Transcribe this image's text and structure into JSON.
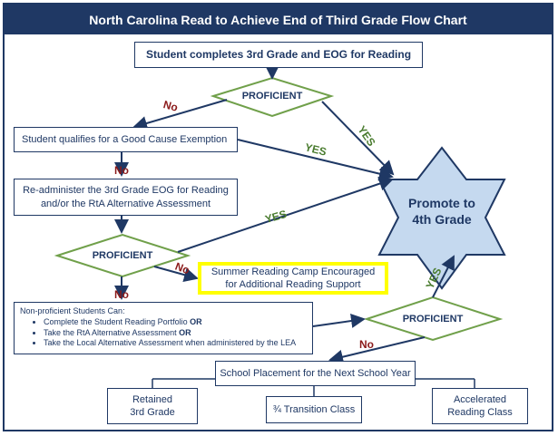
{
  "title": "North Carolina Read to Achieve End of Third Grade Flow Chart",
  "start_box": "Student completes 3rd Grade and EOG for Reading",
  "diamond_top": "PROFICIENT",
  "exemption_box": "Student qualifies for a Good Cause Exemption",
  "readminister_box": "Re-administer the 3rd Grade EOG for Reading and/or the RtA Alternative Assessment",
  "diamond_mid": "PROFICIENT",
  "camp_box": "Summer Reading Camp Encouraged for Additional Reading Support",
  "nonproficient": {
    "heading": "Non-proficient Students Can:",
    "items": [
      {
        "text": "Complete the Student Reading Portfolio ",
        "emph": "OR"
      },
      {
        "text": "Take the RtA Alternative Assessment ",
        "emph": "OR"
      },
      {
        "text": "Take the Local Alternative Assessment when administered by the LEA",
        "emph": ""
      }
    ]
  },
  "diamond_bottom": "PROFICIENT",
  "promote_star": "Promote to 4th Grade",
  "placement_box": "School Placement for the Next School Year",
  "outcomes": {
    "retained": "Retained 3rd Grade",
    "transition": "¾ Transition Class",
    "accelerated": "Accelerated Reading Class"
  },
  "labels": {
    "no": "No",
    "yes": "YES"
  },
  "colors": {
    "navy": "#1f3864",
    "green": "#70a04a",
    "star_fill": "#c5d9ef",
    "highlight": "#ffff00",
    "no_red": "#8b1a1a"
  }
}
